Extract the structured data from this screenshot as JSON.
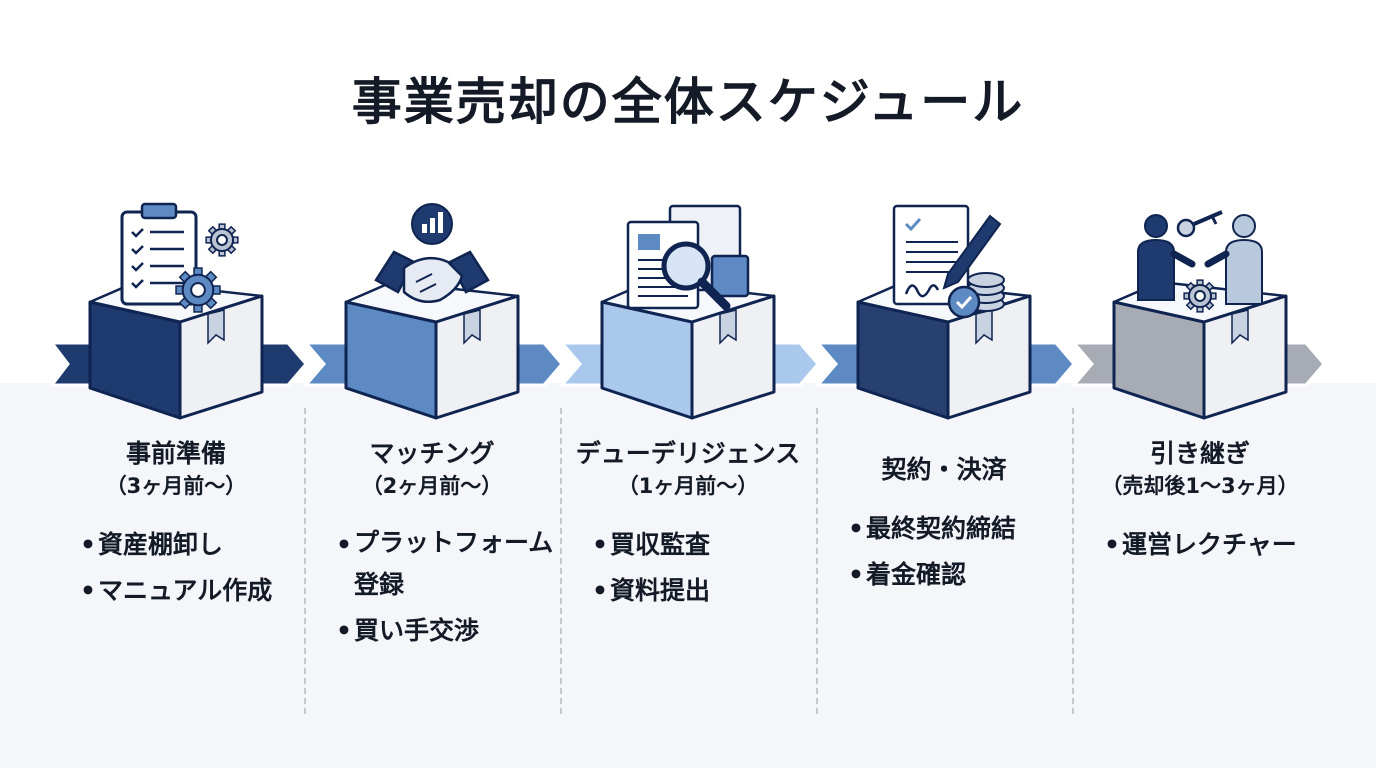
{
  "title": "事業売却の全体スケジュール",
  "colors": {
    "navy": "#1f3a6e",
    "steel": "#5d8ac3",
    "sky": "#a9c8ec",
    "slate": "#27406f",
    "gray": "#a7abb4",
    "outline": "#0f2451",
    "face": "#eef0f4"
  },
  "steps": [
    {
      "name": "事前準備",
      "timing": "（3ヶ月前〜）",
      "tasks": [
        "資産棚卸し",
        "マニュアル作成"
      ],
      "icon": "clipboard-gear-icon"
    },
    {
      "name": "マッチング",
      "timing": "（2ヶ月前〜）",
      "tasks": [
        "プラットフォーム登録",
        "買い手交渉"
      ],
      "icon": "handshake-chart-icon"
    },
    {
      "name": "デューデリジェンス",
      "timing": "（1ヶ月前〜）",
      "tasks": [
        "買収監査",
        "資料提出"
      ],
      "icon": "documents-magnifier-icon"
    },
    {
      "name": "契約・決済",
      "timing": "",
      "tasks": [
        "最終契約締結",
        "着金確認"
      ],
      "icon": "contract-pen-coins-icon"
    },
    {
      "name": "引き継ぎ",
      "timing": "（売却後1〜3ヶ月）",
      "tasks": [
        "運営レクチャー"
      ],
      "icon": "people-key-gear-icon"
    }
  ]
}
